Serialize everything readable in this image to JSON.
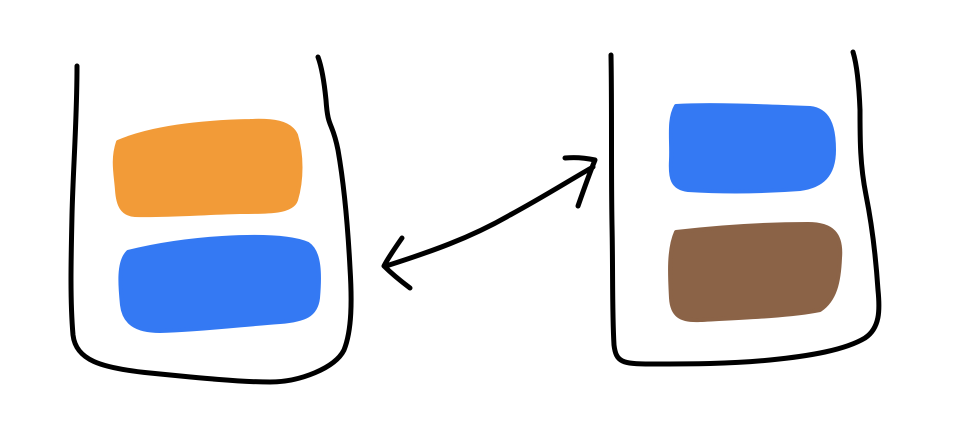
{
  "colors": {
    "background": "#ffffff",
    "stroke": "#000000",
    "orange": "#f29b38",
    "blue": "#3479f3",
    "brown": "#8b6347"
  },
  "containers": [
    {
      "id": "left",
      "layers": [
        {
          "color": "orange"
        },
        {
          "color": "blue"
        }
      ]
    },
    {
      "id": "right",
      "layers": [
        {
          "color": "blue"
        },
        {
          "color": "brown"
        }
      ]
    }
  ],
  "arrow": {
    "direction": "bidirectional",
    "connects": [
      "left",
      "right"
    ]
  }
}
